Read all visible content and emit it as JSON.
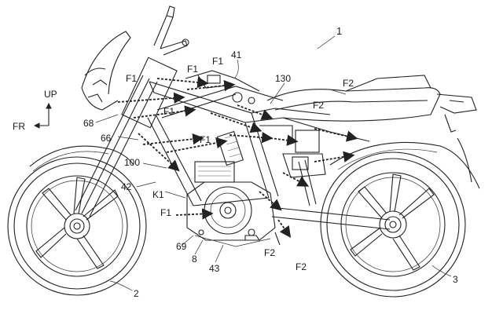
{
  "figure": {
    "ref_main": "1",
    "direction": {
      "up": "UP",
      "front": "FR"
    },
    "labels": {
      "f1": "F1",
      "f2": "F2",
      "k1": "K1",
      "n41": "41",
      "n130": "130",
      "n68": "68",
      "n66": "66",
      "n100": "100",
      "n42": "42",
      "n69": "69",
      "n8": "8",
      "n43": "43",
      "n2": "2",
      "n3": "3"
    }
  }
}
